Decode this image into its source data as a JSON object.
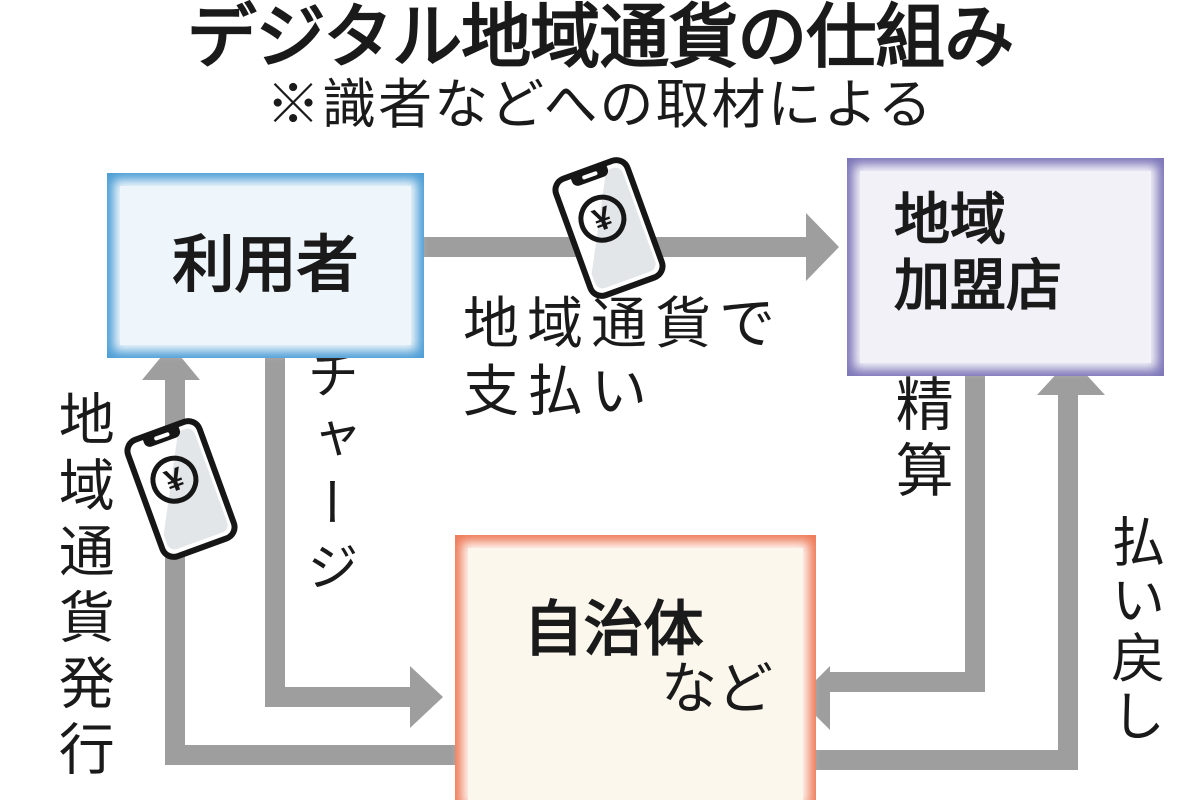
{
  "title": "デジタル地域通貨の仕組み",
  "subtitle": "※識者などへの取材による",
  "boxes": {
    "user": {
      "label": "利用者"
    },
    "merchant": {
      "line1": "地域",
      "line2": "加盟店"
    },
    "municipality": {
      "main": "自治体",
      "suffix": "など"
    }
  },
  "flows": {
    "payment_line1": "地域通貨で",
    "payment_line2": "支払い",
    "charge": "チャージ",
    "issuance": "地域通貨発行",
    "settlement": "精算",
    "refund": "払い戻し"
  },
  "phone_icon": {
    "currency_symbol": "¥"
  },
  "colors": {
    "user_border": "#4d9ed6",
    "user_fill": "#eef5fb",
    "merchant_border": "#7c76b8",
    "merchant_fill": "#f2f1f8",
    "municipality_border": "#ee7c59",
    "municipality_fill": "#fbf7ec",
    "arrow": "#9e9e9e",
    "text": "#1a1a1a"
  }
}
